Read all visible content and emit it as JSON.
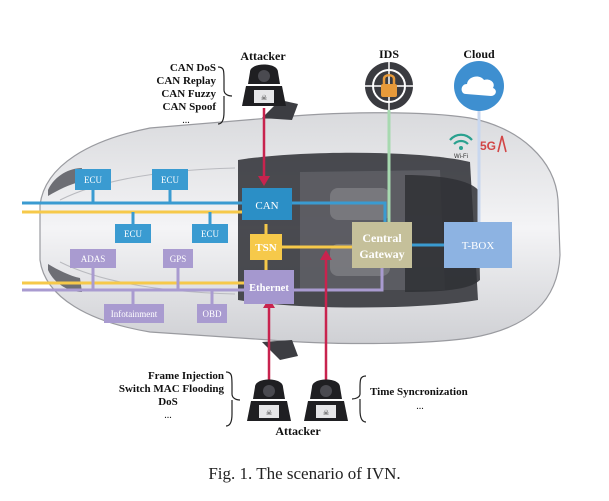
{
  "attacker_top": {
    "title": "Attacker",
    "attacks": [
      "CAN DoS",
      "CAN Replay",
      "CAN Fuzzy",
      "CAN Spoof",
      "..."
    ]
  },
  "ids": {
    "title": "IDS"
  },
  "cloud": {
    "title": "Cloud",
    "wifi_label": "Wi-Fi",
    "cellular_label": "5G"
  },
  "nodes": {
    "can": "CAN",
    "tsn": "TSN",
    "ethernet": "Ethernet",
    "gateway_line1": "Central",
    "gateway_line2": "Gateway",
    "tbox": "T-BOX",
    "ecu1": "ECU",
    "ecu2": "ECU",
    "ecu3": "ECU",
    "ecu4": "ECU",
    "adas": "ADAS",
    "gps": "GPS",
    "infotainment": "Infotainment",
    "obd": "OBD"
  },
  "attacker_bottom": {
    "title": "Attacker",
    "left_attacks": [
      "Frame Injection",
      "Switch MAC Flooding",
      "DoS",
      "..."
    ],
    "right_attacks": [
      "Time Syncronization",
      "..."
    ]
  },
  "caption": "Fig. 1.  The scenario of IVN.",
  "colors": {
    "can_blue": "#2b8fc6",
    "ecu_blue": "#3a9bd1",
    "tsn_yellow": "#f6c94a",
    "purple": "#a99bd0",
    "ethernet_purple": "#a598cf",
    "gateway_khaki": "#c5c09a",
    "tbox_blue": "#8db3e2",
    "attack_red": "#c8234e",
    "ids_green": "#a7d9b0",
    "cloud_blue": "#3e8fd0"
  }
}
